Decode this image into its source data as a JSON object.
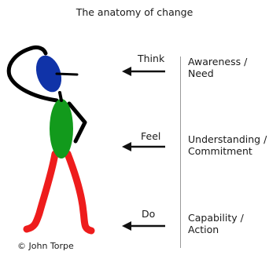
{
  "title": "The anatomy of change",
  "rows": [
    {
      "verb": "Think",
      "stage_line1": "Awareness /",
      "stage_line2": "Need"
    },
    {
      "verb": "Feel",
      "stage_line1": "Understanding /",
      "stage_line2": "Commitment"
    },
    {
      "verb": "Do",
      "stage_line1": "Capability /",
      "stage_line2": "Action"
    }
  ],
  "copyright": "© John Torpe",
  "colors": {
    "head": "#1033a8",
    "body": "#129a1c",
    "legs": "#ee1c1c",
    "line": "#000000",
    "arrow": "#111111",
    "divider": "#9a9a9a"
  }
}
